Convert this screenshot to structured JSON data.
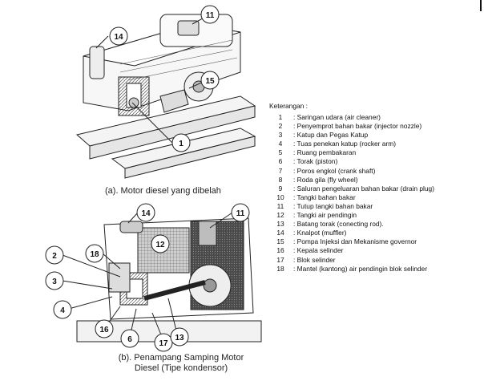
{
  "captions": {
    "a": "(a). Motor diesel yang dibelah",
    "b_line1": "(b). Penampang Samping Motor",
    "b_line2": "Diesel (Tipe kondensor)"
  },
  "callouts_a": [
    "14",
    "11",
    "15",
    "1"
  ],
  "callouts_b": [
    "14",
    "11",
    "12",
    "18",
    "2",
    "3",
    "4",
    "16",
    "6",
    "17",
    "13"
  ],
  "legend": {
    "title": "Keterangan :",
    "items": [
      {
        "num": "1",
        "text": ": Saringan udara (air cleaner)"
      },
      {
        "num": "2",
        "text": ": Penyemprot bahan bakar (injector nozzle)"
      },
      {
        "num": "3",
        "text": ": Katup dan Pegas Katup"
      },
      {
        "num": "4",
        "text": ": Tuas penekan katup (rocker arm)"
      },
      {
        "num": "5",
        "text": ": Ruang pembakaran"
      },
      {
        "num": "6",
        "text": ": Torak (piston)"
      },
      {
        "num": "7",
        "text": ": Poros engkol (crank shaft)"
      },
      {
        "num": "8",
        "text": ": Roda gila (fly wheel)"
      },
      {
        "num": "9",
        "text": ": Saluran pengeluaran bahan bakar (drain plug)"
      },
      {
        "num": "10",
        "text": ": Tangki bahan bakar"
      },
      {
        "num": "11",
        "text": ": Tutup tangki bahan bakar"
      },
      {
        "num": "12",
        "text": ": Tangki air pendingin"
      },
      {
        "num": "13",
        "text": ": Batang torak (conecting rod)."
      },
      {
        "num": "14",
        "text": ": Knalpot (muffler)"
      },
      {
        "num": "15",
        "text": ": Pompa Injeksi dan Mekanisme governor"
      },
      {
        "num": "16",
        "text": ": Kepala selinder"
      },
      {
        "num": "17",
        "text": ": Blok selinder"
      },
      {
        "num": "18",
        "text": ": Mantel (kantong) air pendingin blok selinder"
      }
    ]
  }
}
